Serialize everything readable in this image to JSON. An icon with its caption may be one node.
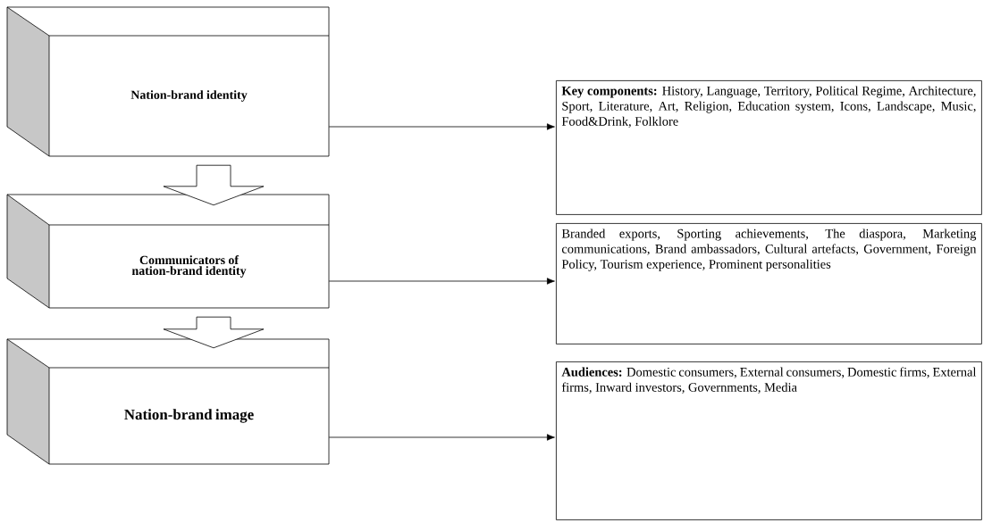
{
  "diagram": {
    "nodes": [
      {
        "text": [
          "Nation-brand identity"
        ]
      },
      {
        "text": [
          "Communicators of nation-brand identity"
        ]
      },
      {
        "text": [
          "Nation-brand image"
        ]
      },
      {
        "text": [
          "**Key components:** History, Language, Territory, Political Regime, Architecture, Sport, Literature, Art, Religion, Education system, Icons, Landscape, Music, Food&Drink, Folklore"
        ]
      },
      {
        "text": [
          "Branded exports, Sporting achievements, The diaspora, Marketing communications, Brand ambassadors, Cultural artefacts, Government, Foreign Policy, Tourism experience, Prominent personalities"
        ]
      },
      {
        "text": [
          "**Audiences:** Domestic consumers, External consumers, Domestic firms, External firms, Inward investors, Governments, Media"
        ]
      }
    ],
    "edges": [
      {
        "from": 0,
        "to": 1,
        "arrow": "to",
        "style": "thick"
      },
      {
        "from": 1,
        "to": 2,
        "arrow": "to",
        "style": "thick"
      },
      {
        "from": 0,
        "to": 3,
        "arrow": "to"
      },
      {
        "from": 1,
        "to": 4,
        "arrow": "to"
      },
      {
        "from": 2,
        "to": 5,
        "arrow": "to"
      }
    ]
  }
}
